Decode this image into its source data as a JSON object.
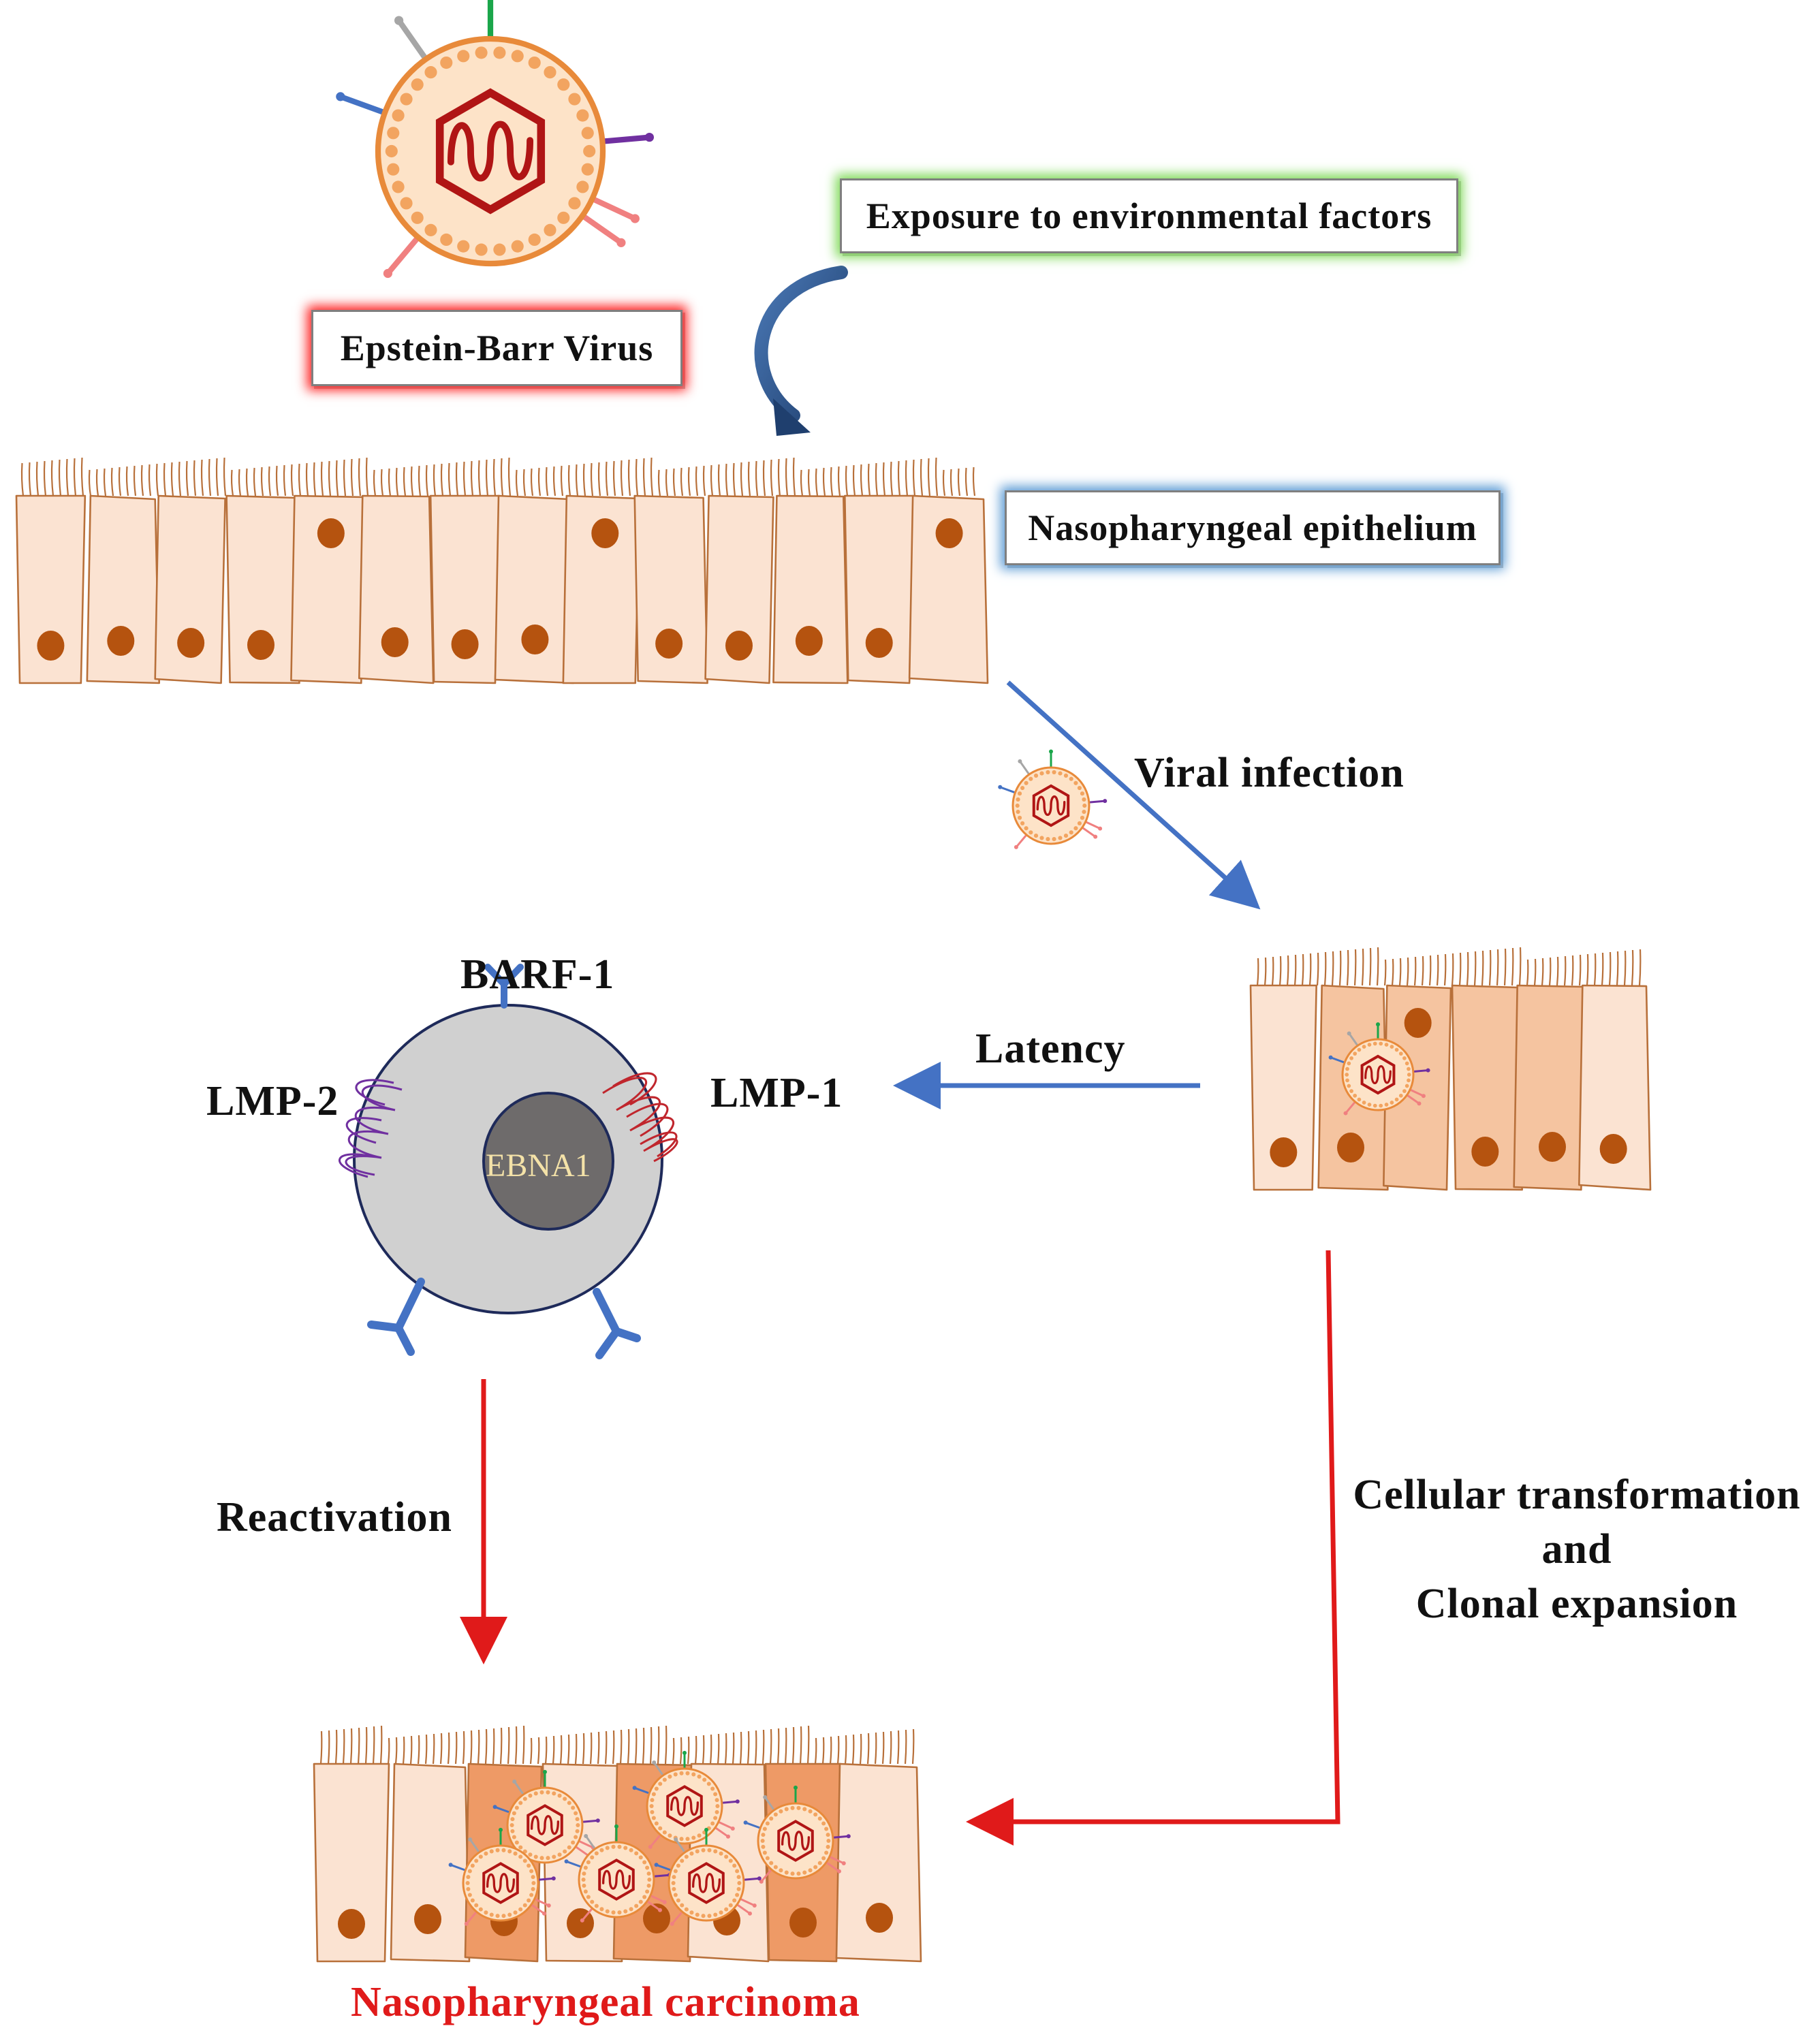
{
  "labels": {
    "virus": "Epstein-Barr Virus",
    "exposure": "Exposure to environmental factors",
    "epithelium": "Nasopharyngeal epithelium",
    "viral_infection": "Viral infection",
    "latency": "Latency",
    "barf1": "BARF-1",
    "lmp2": "LMP-2",
    "lmp1": "LMP-1",
    "ebna1": "EBNA1",
    "reactivation": "Reactivation",
    "transformation_line1": "Cellular transformation",
    "transformation_line2": "and",
    "transformation_line3": "Clonal expansion",
    "carcinoma": "Nasopharyngeal carcinoma"
  },
  "colors": {
    "virus_box_glow": "#ff2020",
    "exposure_box_glow": "#7ed957",
    "epithelium_box_glow": "#5b9bd5",
    "cell_fill": "#fbe3d2",
    "cell_fill_infected": "#f5c4a0",
    "cell_fill_tumor": "#ee9a66",
    "cell_outline": "#b8703a",
    "nucleus": "#b5530f",
    "blue_arrow": "#4472c4",
    "red_arrow": "#e01a1a",
    "carcinoma_text": "#e01a1a",
    "latent_cell": "#d0d0d0",
    "latent_nucleus": "#6e6b6b"
  }
}
